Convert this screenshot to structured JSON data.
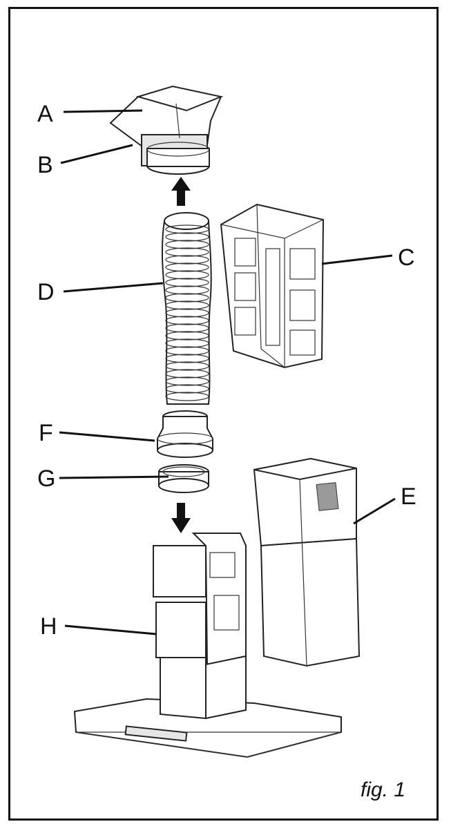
{
  "figure": {
    "caption": "fig. 1",
    "labels": {
      "a": "A",
      "b": "B",
      "c": "C",
      "d": "D",
      "e": "E",
      "f": "F",
      "g": "G",
      "h": "H"
    }
  }
}
